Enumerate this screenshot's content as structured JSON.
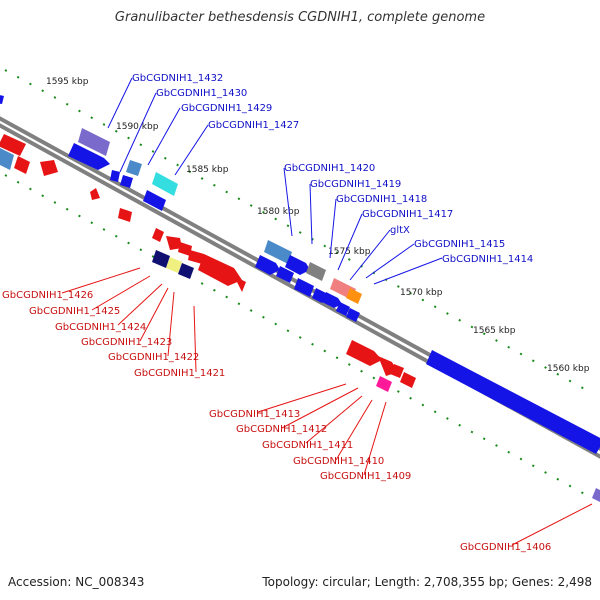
{
  "title": "Granulibacter bethesdensis CGDNIH1, complete genome",
  "accession_text": "Accession: NC_008343",
  "summary_text": "Topology: circular; Length: 2,708,355 bp; Genes: 2,498",
  "colors": {
    "forward_gene": "#1414e6",
    "reverse_gene": "#e61414",
    "forward_label": "#1010c8",
    "reverse_label": "#c81010",
    "backbone": "#808080",
    "tick": "#1a8a1a"
  },
  "kbp_marks": [
    "1595 kbp",
    "1590 kbp",
    "1585 kbp",
    "1580 kbp",
    "1575 kbp",
    "1570 kbp",
    "1565 kbp",
    "1560 kbp"
  ],
  "forward_labels": [
    "GbCGDNIH1_1432",
    "GbCGDNIH1_1430",
    "GbCGDNIH1_1429",
    "GbCGDNIH1_1427",
    "GbCGDNIH1_1420",
    "GbCGDNIH1_1419",
    "GbCGDNIH1_1418",
    "GbCGDNIH1_1417",
    "gltX",
    "GbCGDNIH1_1415",
    "GbCGDNIH1_1414"
  ],
  "reverse_labels": [
    "GbCGDNIH1_1426",
    "GbCGDNIH1_1425",
    "GbCGDNIH1_1424",
    "GbCGDNIH1_1423",
    "GbCGDNIH1_1422",
    "GbCGDNIH1_1421",
    "GbCGDNIH1_1413",
    "GbCGDNIH1_1412",
    "GbCGDNIH1_1411",
    "GbCGDNIH1_1410",
    "GbCGDNIH1_1409",
    "GbCGDNIH1_1406"
  ]
}
